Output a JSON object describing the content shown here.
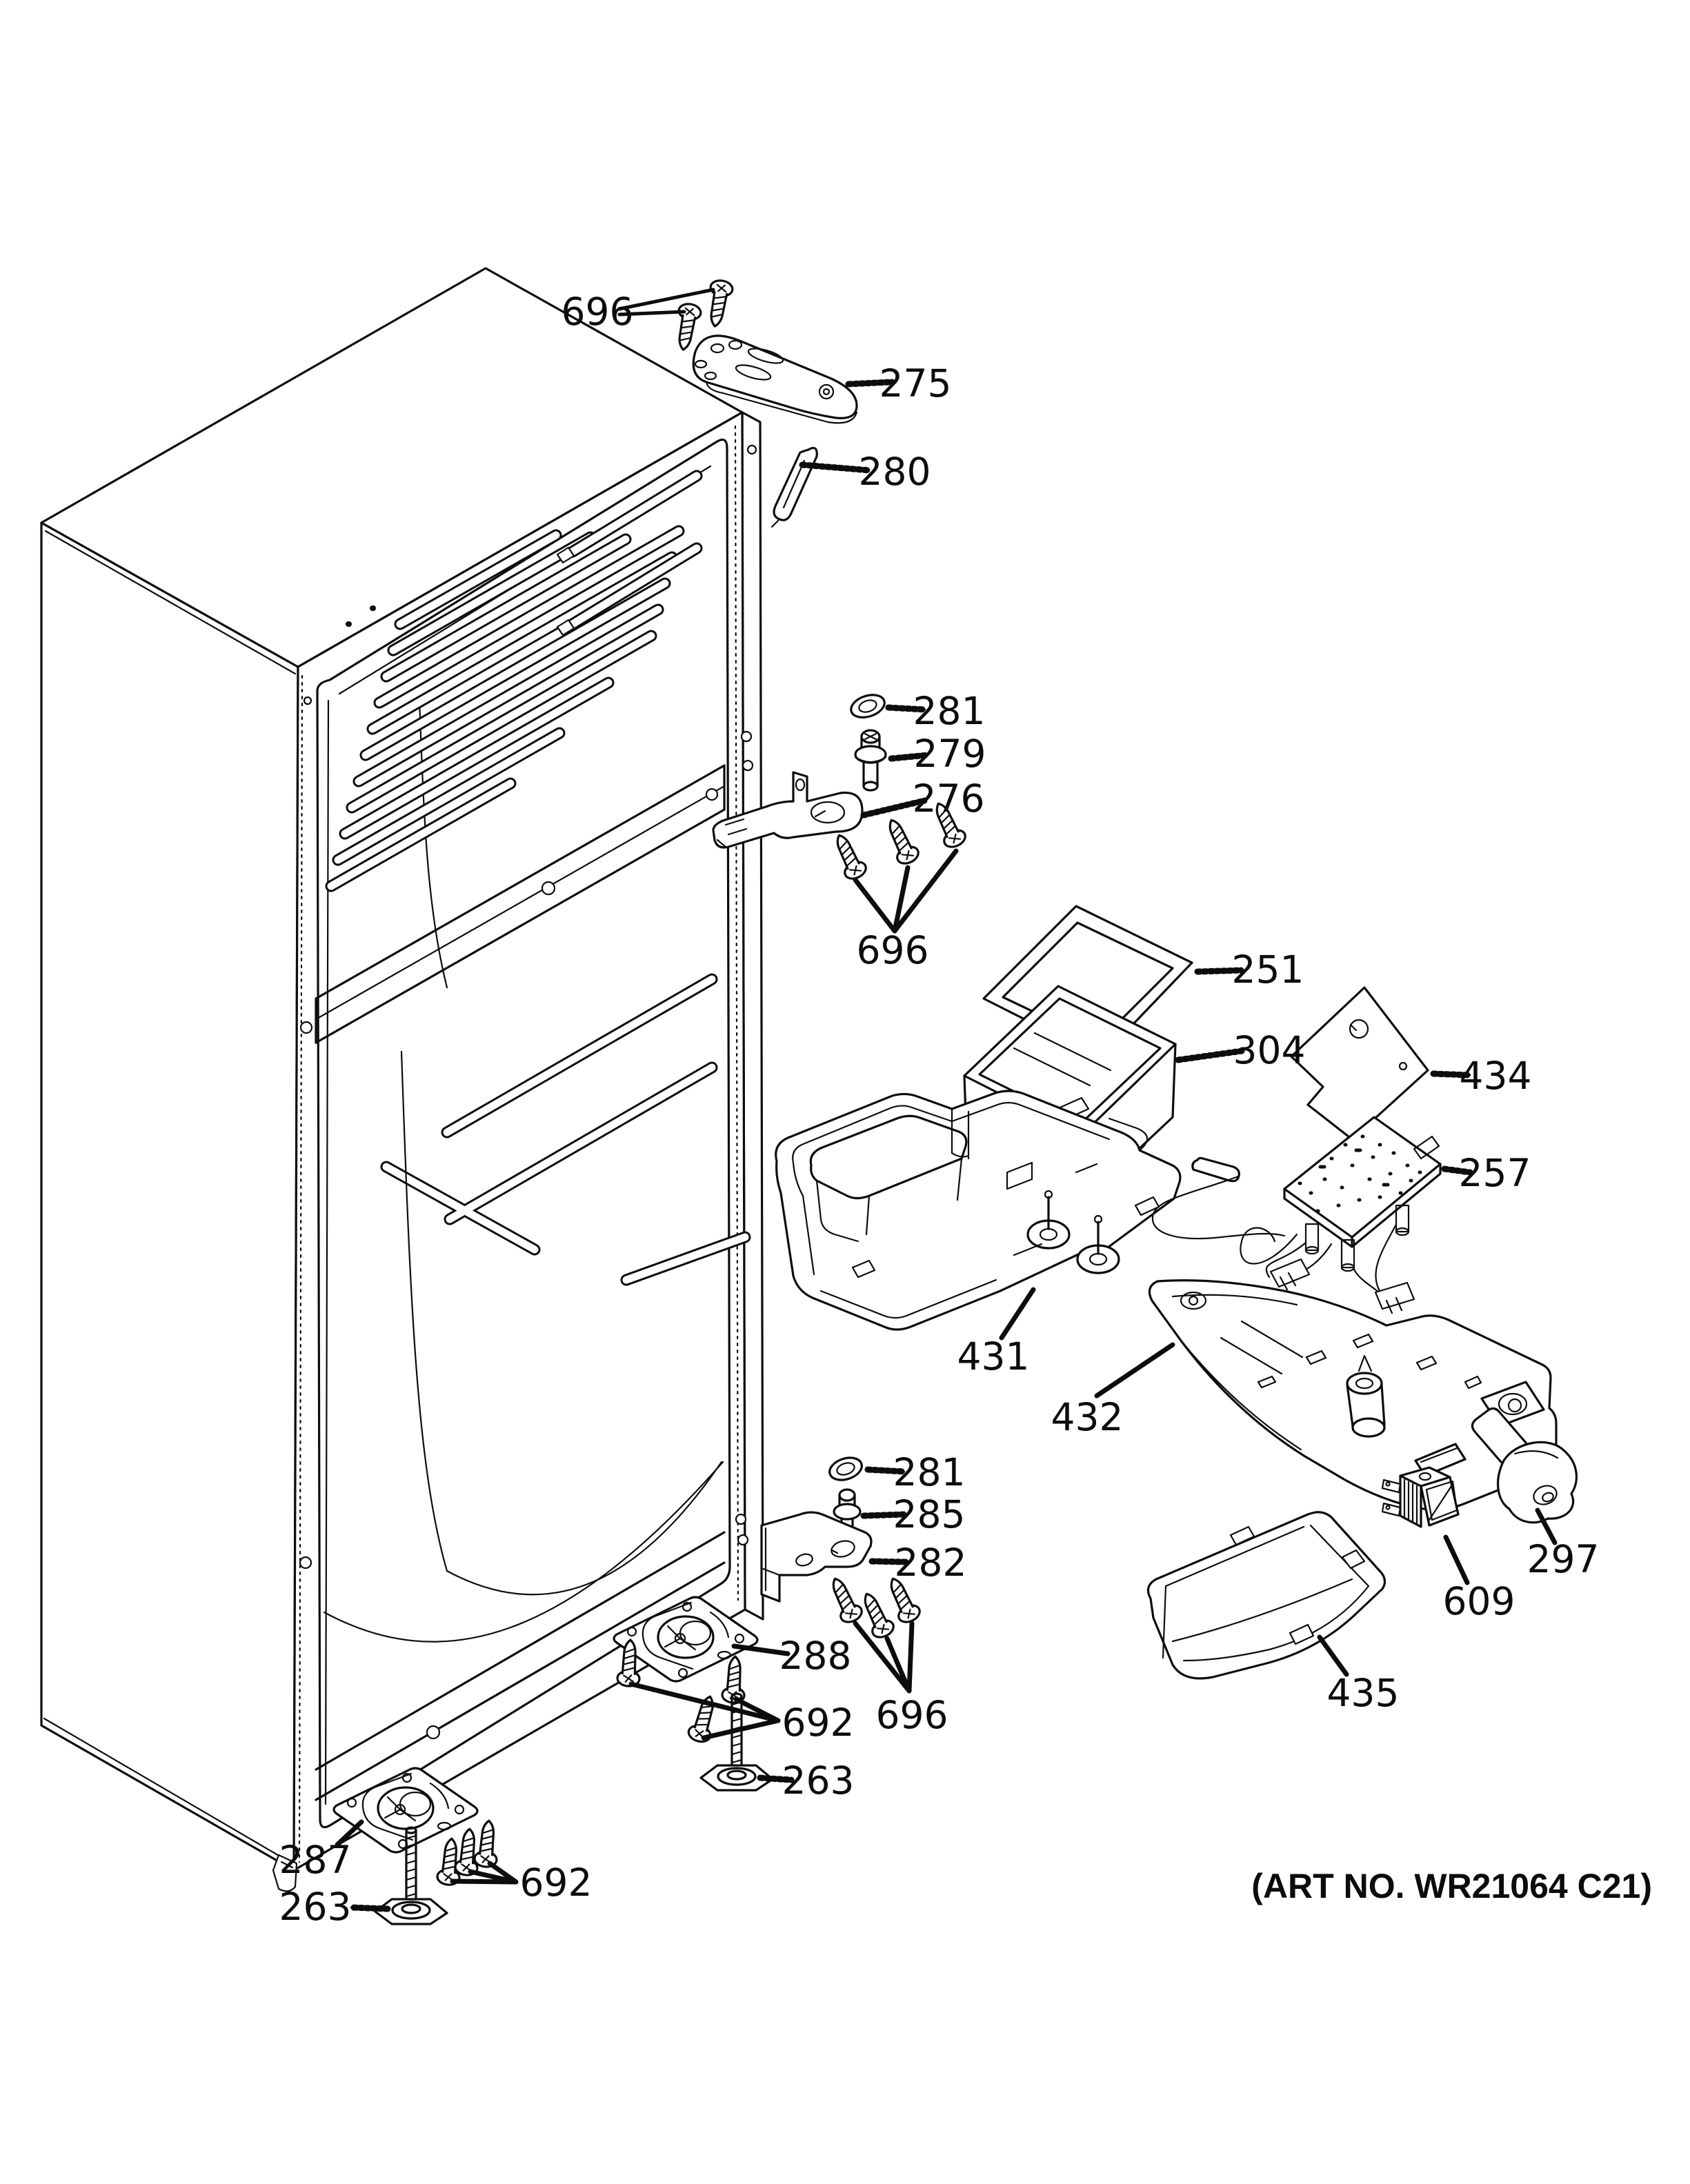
{
  "art_no": "(ART NO. WR21064 C21)",
  "callouts": {
    "c696_top": "696",
    "c275": "275",
    "c280": "280",
    "c281_mid": "281",
    "c279": "279",
    "c276": "276",
    "c696_mid": "696",
    "c251": "251",
    "c304": "304",
    "c434": "434",
    "c257": "257",
    "c431": "431",
    "c432": "432",
    "c297": "297",
    "c609": "609",
    "c435": "435",
    "c281_bot": "281",
    "c285": "285",
    "c282": "282",
    "c288": "288",
    "c692_mid": "692",
    "c696_bot": "696",
    "c263_mid": "263",
    "c287": "287",
    "c692_bot": "692",
    "c263_bot": "263"
  }
}
